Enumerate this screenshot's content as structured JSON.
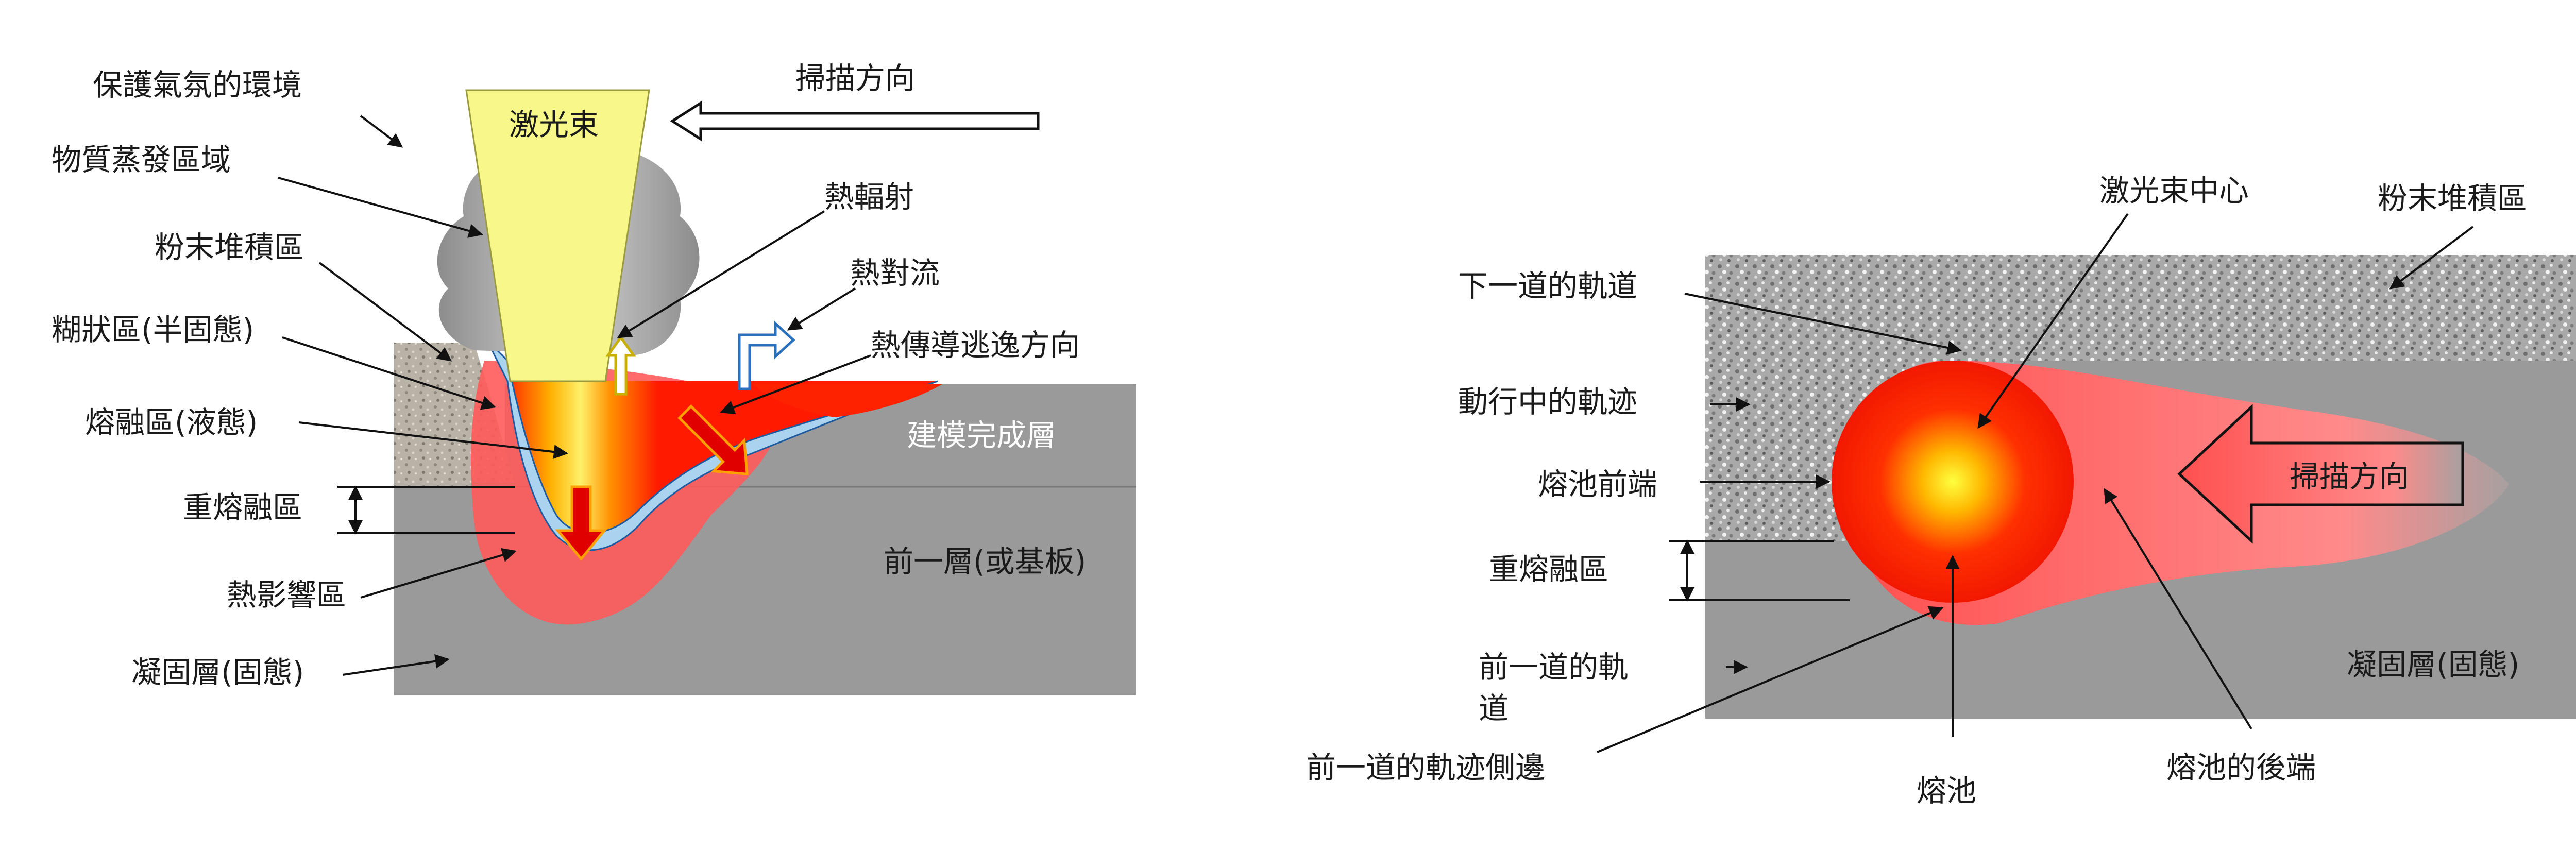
{
  "left": {
    "laser_beam": "激光束",
    "scan_direction": "掃描方向",
    "protective_atmosphere": "保護氣氛的環境",
    "vaporization_zone": "物質蒸發區域",
    "powder_bed": "粉末堆積區",
    "mushy_zone": "糊狀區(半固態)",
    "melt_zone": "熔融區(液態)",
    "remelt_zone": "重熔融區",
    "heat_affected_zone": "熱影響區",
    "solidified_layer": "凝固層(固態)",
    "thermal_radiation": "熱輻射",
    "thermal_convection": "熱對流",
    "heat_conduction_direction": "熱傳導逃逸方向",
    "built_layer": "建模完成層",
    "previous_layer": "前一層(或基板)"
  },
  "right": {
    "laser_center": "激光束中心",
    "powder_bed": "粉末堆積區",
    "next_track": "下一道的軌道",
    "current_track": "動行中的軌迹",
    "pool_front": "熔池前端",
    "remelt_zone": "重熔融區",
    "previous_track_line1": "前一道的軌",
    "previous_track_line2": "道",
    "scan_direction": "掃描方向",
    "solidified_layer": "凝固層(固態)",
    "previous_track_edge": "前一道的軌迹側邊",
    "melt_pool": "熔池",
    "pool_tail": "熔池的後端"
  },
  "colors": {
    "substrate": "#9a9a9a",
    "powder": "#b9b2a6",
    "melt": "#ff1a00",
    "haz": "#ff6a6a",
    "beam": "#f8f88a",
    "mushy": "#a9d3ef"
  }
}
